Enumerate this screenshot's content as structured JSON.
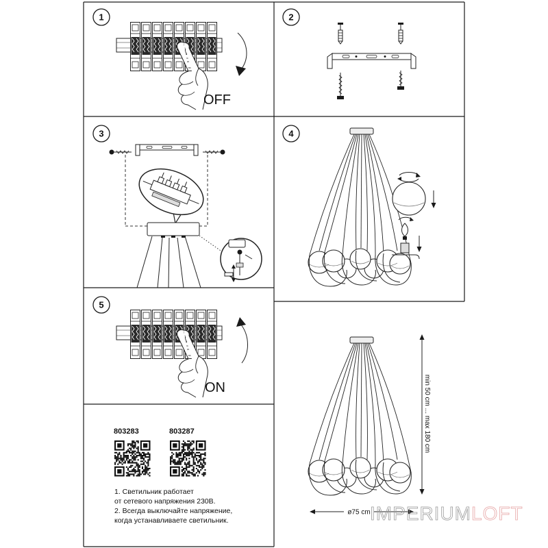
{
  "steps": [
    {
      "number": "1",
      "label": "OFF"
    },
    {
      "number": "2"
    },
    {
      "number": "3"
    },
    {
      "number": "4"
    },
    {
      "number": "5",
      "label": "ON"
    }
  ],
  "products": [
    {
      "code": "803283"
    },
    {
      "code": "803287"
    }
  ],
  "notes": [
    "1. Светильник работает",
    "от сетевого напряжения 230В.",
    "2. Всегда выключайте напряжение,",
    "когда устанавливаете светильник."
  ],
  "dimensions": {
    "height": "min 50 cm ... max 180 cm",
    "diameter": "ø75 cm"
  },
  "watermark": {
    "part1": "IMPERIUM",
    "part2": "LOFT"
  },
  "colors": {
    "line": "#1a1a1a",
    "background": "#ffffff",
    "watermark_gray": "#9a9a9a",
    "watermark_pink": "#e6a4a4"
  }
}
